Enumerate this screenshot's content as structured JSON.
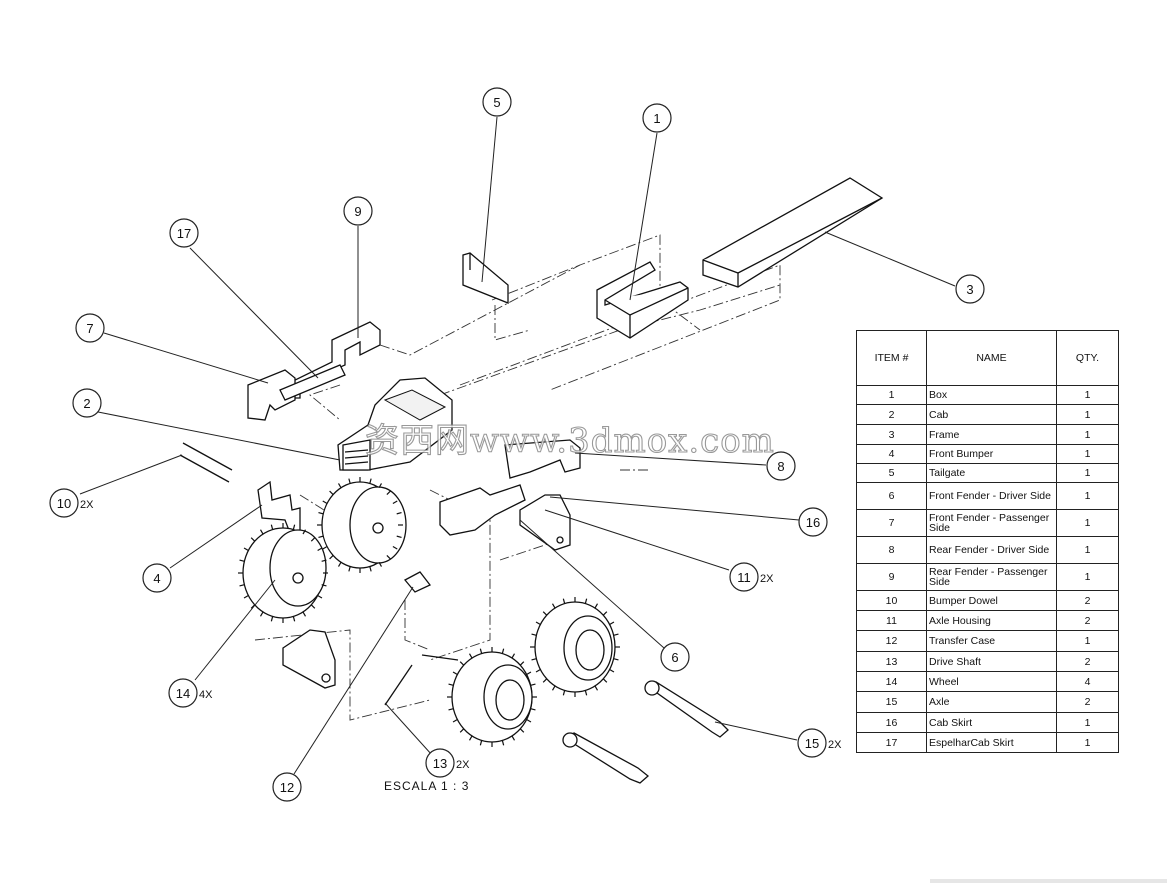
{
  "balloons": [
    {
      "label": "1"
    },
    {
      "label": "2"
    },
    {
      "label": "3"
    },
    {
      "label": "4"
    },
    {
      "label": "5"
    },
    {
      "label": "6"
    },
    {
      "label": "7"
    },
    {
      "label": "8"
    },
    {
      "label": "9"
    },
    {
      "label": "10",
      "qty": "2X"
    },
    {
      "label": "11",
      "qty": "2X"
    },
    {
      "label": "12"
    },
    {
      "label": "13",
      "qty": "2X"
    },
    {
      "label": "14",
      "qty": "4X"
    },
    {
      "label": "15",
      "qty": "2X"
    },
    {
      "label": "16"
    },
    {
      "label": "17"
    }
  ],
  "scale_label": "ESCALA 1 : 3",
  "watermark": "资西网www.3dmox.com",
  "bom": {
    "headers": {
      "item": "ITEM #",
      "name": "NAME",
      "qty": "QTY."
    },
    "rows": [
      {
        "item": "1",
        "name": "Box",
        "qty": "1"
      },
      {
        "item": "2",
        "name": "Cab",
        "qty": "1"
      },
      {
        "item": "3",
        "name": "Frame",
        "qty": "1"
      },
      {
        "item": "4",
        "name": "Front Bumper",
        "qty": "1"
      },
      {
        "item": "5",
        "name": "Tailgate",
        "qty": "1"
      },
      {
        "item": "6",
        "name": "Front Fender - Driver Side",
        "qty": "1"
      },
      {
        "item": "7",
        "name": "Front Fender - Passenger Side",
        "qty": "1"
      },
      {
        "item": "8",
        "name": "Rear Fender - Driver Side",
        "qty": "1"
      },
      {
        "item": "9",
        "name": "Rear Fender - Passenger Side",
        "qty": "1"
      },
      {
        "item": "10",
        "name": "Bumper Dowel",
        "qty": "2"
      },
      {
        "item": "11",
        "name": "Axle Housing",
        "qty": "2"
      },
      {
        "item": "12",
        "name": "Transfer Case",
        "qty": "1"
      },
      {
        "item": "13",
        "name": "Drive Shaft",
        "qty": "2"
      },
      {
        "item": "14",
        "name": "Wheel",
        "qty": "4"
      },
      {
        "item": "15",
        "name": "Axle",
        "qty": "2"
      },
      {
        "item": "16",
        "name": "Cab Skirt",
        "qty": "1"
      },
      {
        "item": "17",
        "name": "EspelharCab Skirt",
        "qty": "1"
      }
    ]
  }
}
